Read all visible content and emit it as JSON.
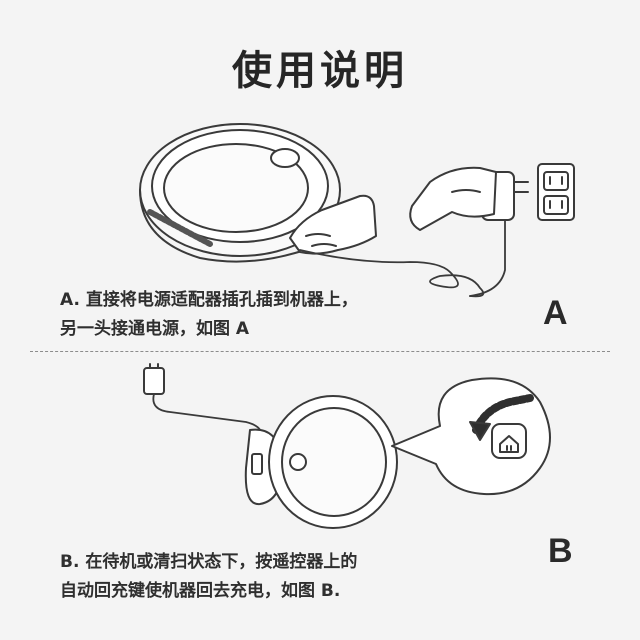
{
  "title": "使用说明",
  "step_a": {
    "line1": "A. 直接将电源适配器插孔插到机器上，",
    "line2": "另一头接通电源，如图 A",
    "letter": "A"
  },
  "step_b": {
    "line1": "B. 在待机或清扫状态下，按遥控器上的",
    "line2": "自动回充键使机器回去充电，如图 B.",
    "letter": "B"
  },
  "icons": {
    "robot": "robot-vacuum-icon",
    "hand": "hand-icon",
    "adapter": "power-adapter-icon",
    "outlet": "wall-outlet-icon",
    "dock": "charging-dock-icon",
    "home_button": "home-charge-button-icon"
  },
  "colors": {
    "background": "#f4f4f4",
    "line": "#3a3a3a",
    "fill": "#ffffff"
  }
}
